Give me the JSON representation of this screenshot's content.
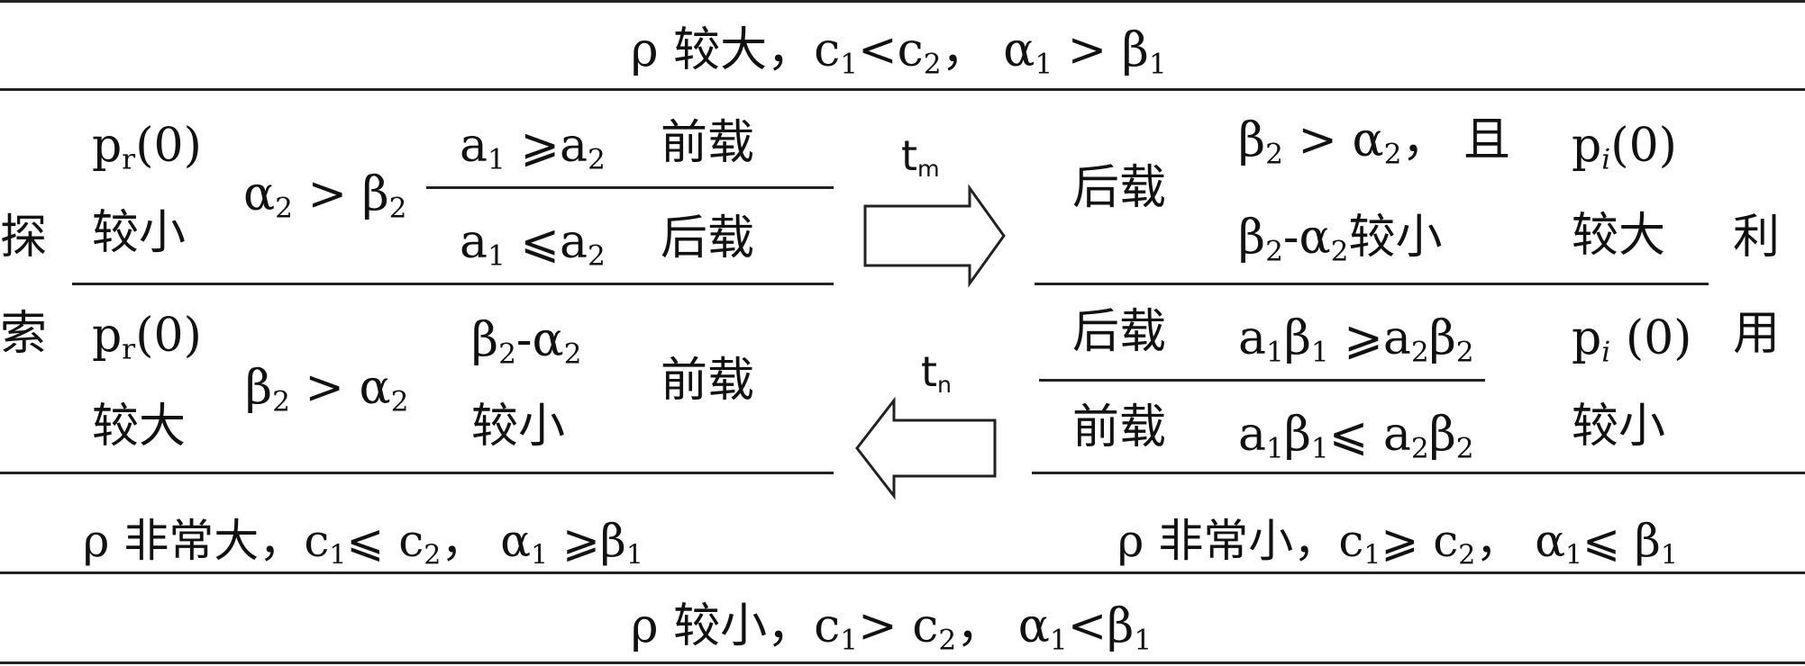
{
  "top_banner": {
    "rho": "ρ",
    "w1": "较大，",
    "c1": "c",
    "c1_sub": "1",
    "op1": "<",
    "c2": "c",
    "c2_sub": "2",
    "sep": "，",
    "a1": "α",
    "a1_sub": "1",
    "op2": " > ",
    "b1": "β",
    "b1_sub": "1"
  },
  "bottom_banner": {
    "rho": "ρ",
    "w1": "较小，",
    "c1": "c",
    "c1_sub": "1",
    "op1": ">",
    "c2": "c",
    "c2_sub": "2",
    "sep": "，",
    "a1": "α",
    "a1_sub": "1",
    "op2": "<",
    "b1": "β",
    "b1_sub": "1"
  },
  "left_side_label": {
    "char1": "探",
    "char2": "索"
  },
  "right_side_label": {
    "char1": "利",
    "char2": "用"
  },
  "explore": {
    "upper": {
      "p_base": "p",
      "p_sub": "r",
      "p_arg": "(0)",
      "p_desc": "较小",
      "cond_a": "α",
      "cond_a_sub": "2",
      "cond_op": " > ",
      "cond_b": "β",
      "cond_b_sub": "2",
      "row1": {
        "a1": "a",
        "a1_sub": "1",
        "op": "⩾",
        "a2": "a",
        "a2_sub": "2",
        "result": "前载"
      },
      "row2": {
        "a1": "a",
        "a1_sub": "1",
        "op": "⩽",
        "a2": "a",
        "a2_sub": "2",
        "result": "后载"
      }
    },
    "lower": {
      "p_base": "p",
      "p_sub": "r",
      "p_arg": "(0)",
      "p_desc": "较大",
      "cond_a": "β",
      "cond_a_sub": "2",
      "cond_op": " > ",
      "cond_b": "α",
      "cond_b_sub": "2",
      "diff_b": "β",
      "diff_b_sub": "2",
      "diff_op": "-",
      "diff_a": "α",
      "diff_a_sub": "2",
      "diff_desc": "较小",
      "result": "前载"
    },
    "footer": {
      "rho": "ρ",
      "w1": "非常大，",
      "c1": "c",
      "c1_sub": "1",
      "op1": "⩽",
      "c2": "c",
      "c2_sub": "2",
      "sep": "，",
      "a1": "α",
      "a1_sub": "1",
      "op2": "⩾",
      "b1": "β",
      "b1_sub": "1"
    }
  },
  "exploit": {
    "upper": {
      "result": "后载",
      "cond1_b": "β",
      "cond1_b_sub": "2",
      "cond1_op": " > ",
      "cond1_a": "α",
      "cond1_a_sub": "2",
      "cond1_tail": "，  且",
      "cond2_b": "β",
      "cond2_b_sub": "2",
      "cond2_op": "-",
      "cond2_a": "α",
      "cond2_a_sub": "2",
      "cond2_desc": "较小",
      "p_base": "p",
      "p_sub": "i",
      "p_arg": "(0)",
      "p_desc": "较大"
    },
    "lower": {
      "row1": {
        "result": "后载",
        "a1": "a",
        "a1_sub": "1",
        "b1": "β",
        "b1_sub": "1",
        "op": "⩾",
        "a2": "a",
        "a2_sub": "2",
        "b2": "β",
        "b2_sub": "2"
      },
      "row2": {
        "result": "前载",
        "a1": "a",
        "a1_sub": "1",
        "b1": "β",
        "b1_sub": "1",
        "op": "⩽",
        "a2": "a",
        "a2_sub": "2",
        "b2": "β",
        "b2_sub": "2"
      },
      "p_base": "p",
      "p_sub": "i",
      "p_arg": "(0)",
      "p_desc": "较小"
    },
    "footer": {
      "rho": "ρ",
      "w1": "非常小，",
      "c1": "c",
      "c1_sub": "1",
      "op1": "⩾",
      "c2": "c",
      "c2_sub": "2",
      "sep": "，",
      "a1": "α",
      "a1_sub": "1",
      "op2": "⩽",
      "b1": "β",
      "b1_sub": "1"
    }
  },
  "arrows": {
    "forward": {
      "label": "t",
      "label_sub": "m"
    },
    "backward": {
      "label": "t",
      "label_sub": "n"
    }
  }
}
